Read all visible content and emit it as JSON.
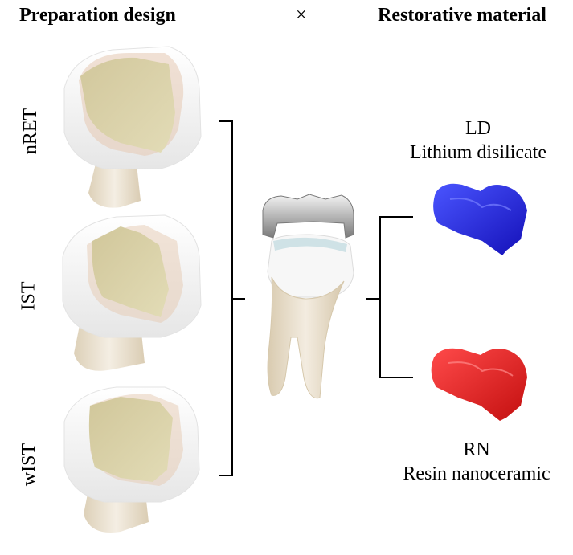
{
  "headers": {
    "left": "Preparation design",
    "times": "×",
    "right": "Restorative material"
  },
  "designs": [
    {
      "label": "nRET"
    },
    {
      "label": "IST"
    },
    {
      "label": "wIST"
    }
  ],
  "materials": [
    {
      "abbr": "LD",
      "name": "Lithium disilicate",
      "color": "#1f2ee8"
    },
    {
      "abbr": "RN",
      "name": "Resin nanoceramic",
      "color": "#e82020"
    }
  ],
  "colors": {
    "preparation_surface": "#d9d3a8",
    "tooth_enamel": "#ffffff",
    "root": "#efe7d6",
    "crown_gray": "#8c8c8c"
  }
}
